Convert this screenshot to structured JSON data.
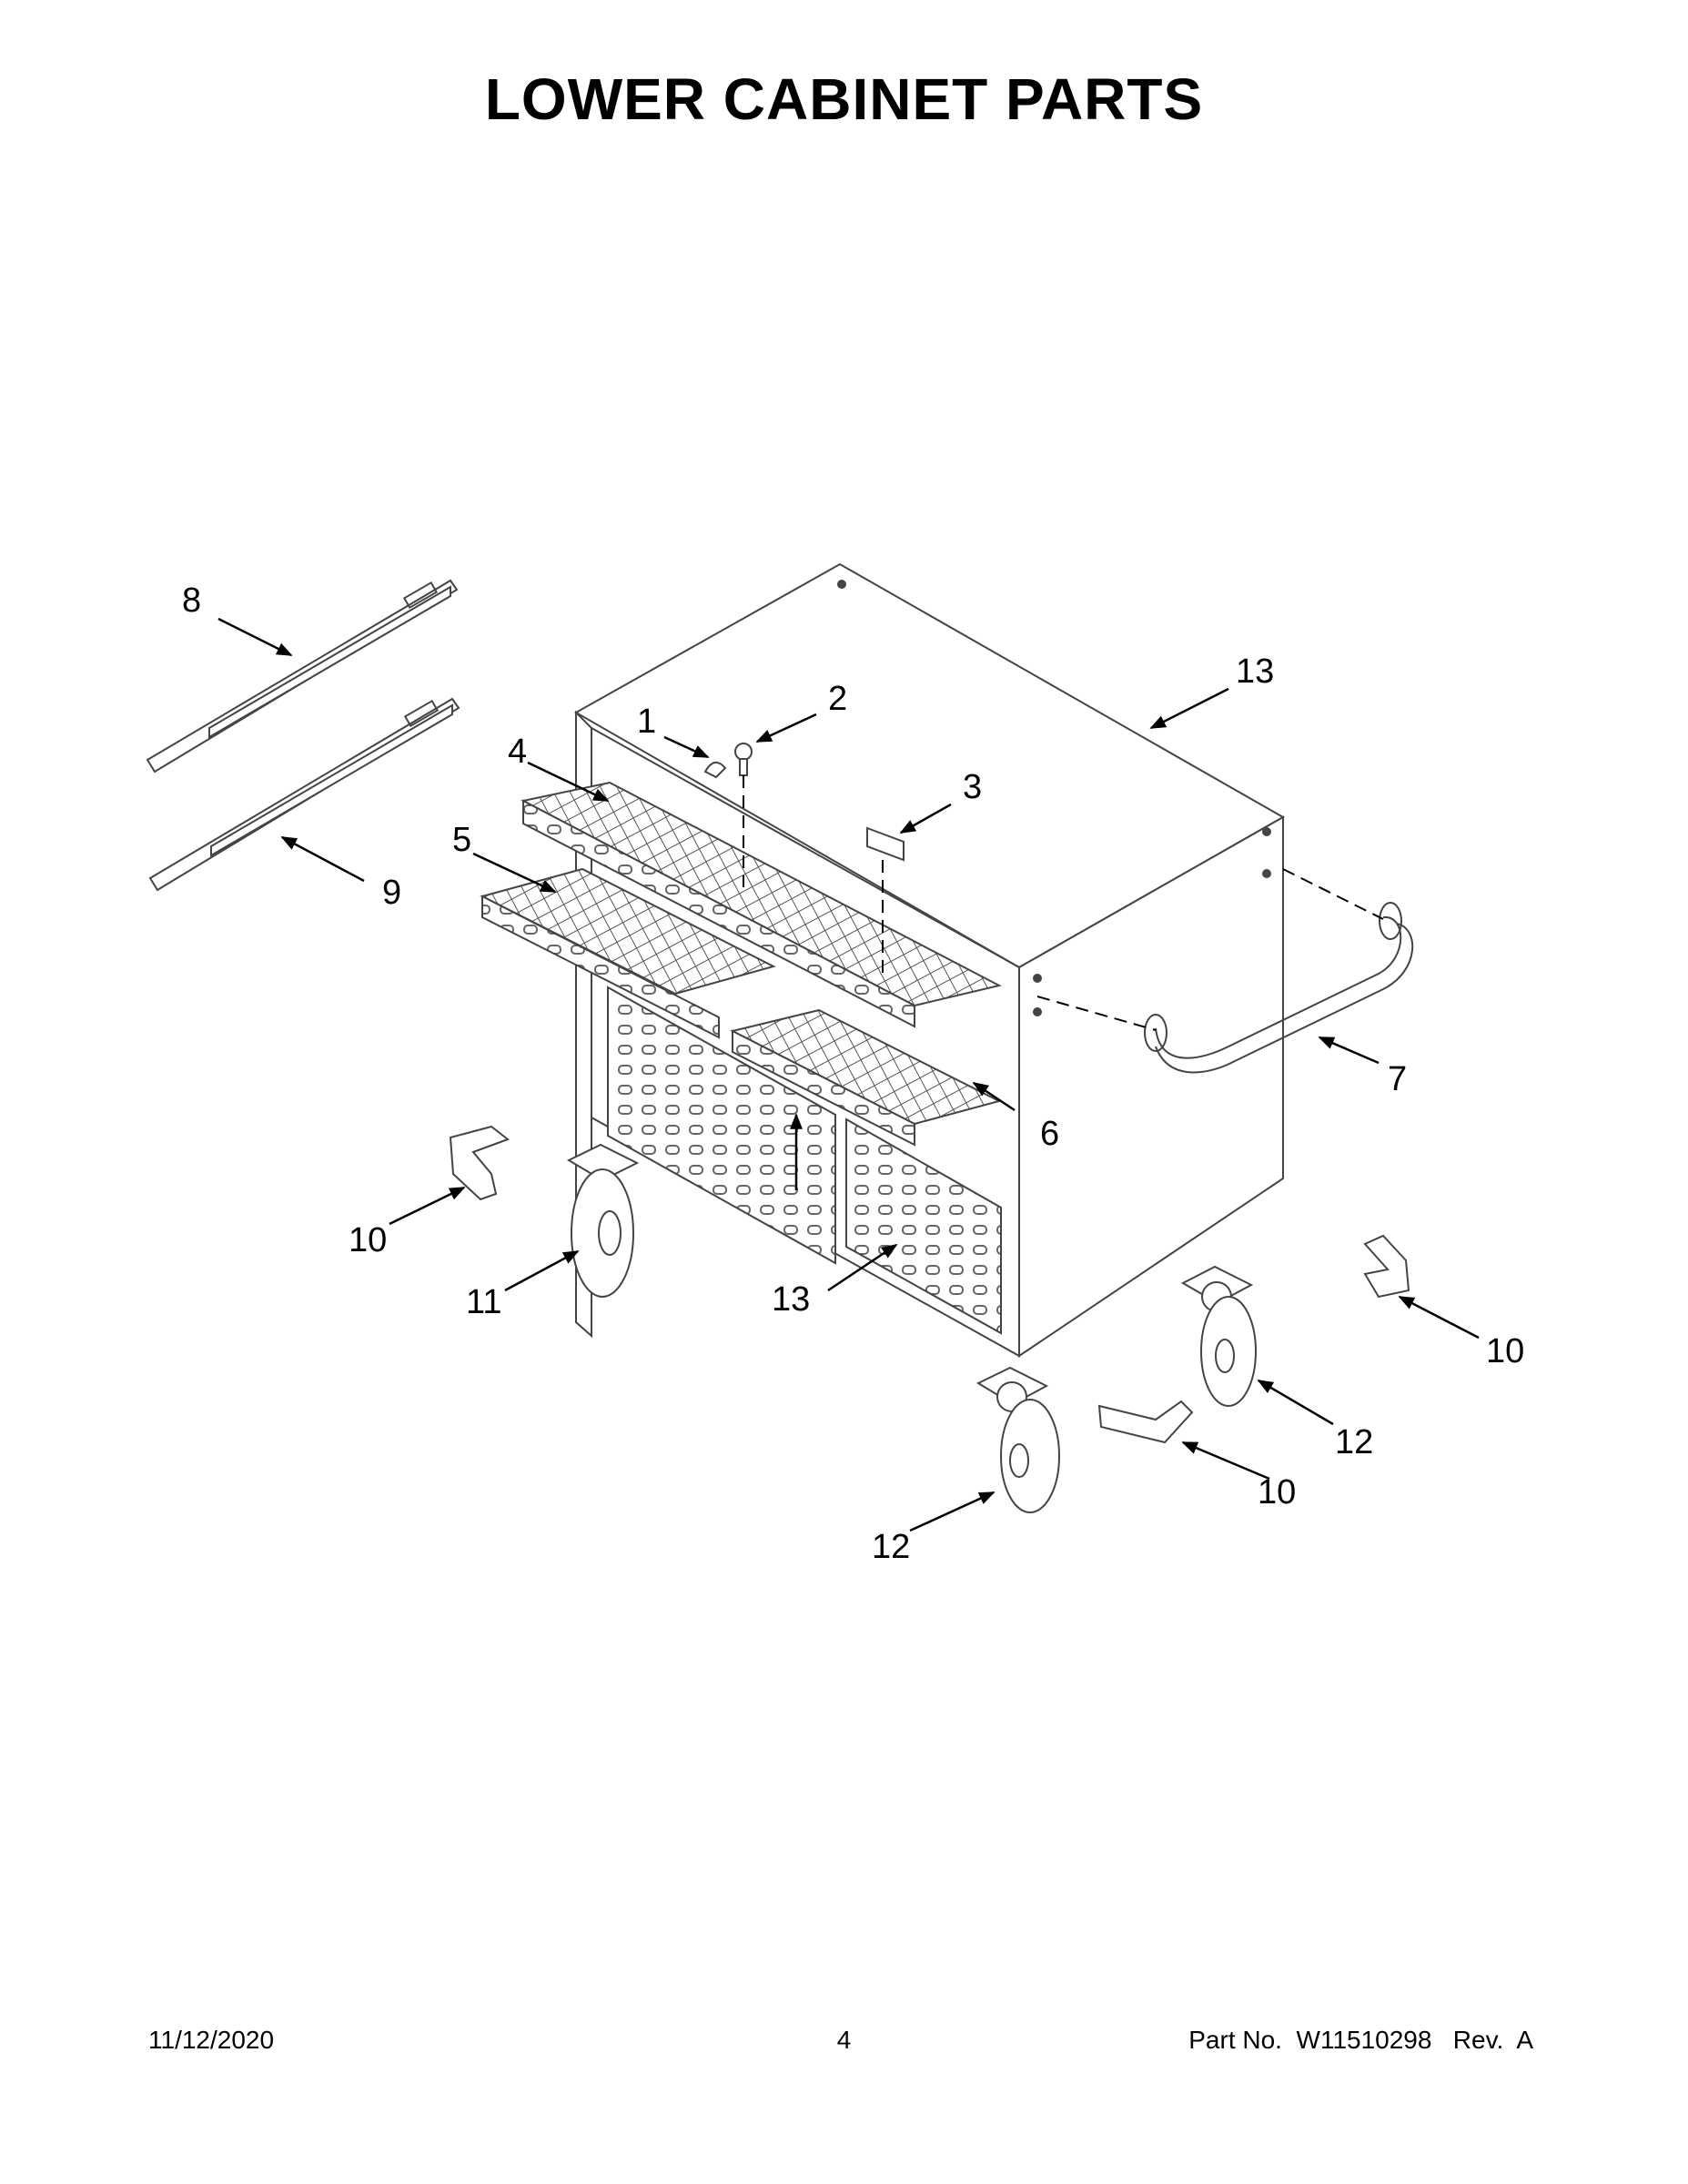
{
  "page_title": "LOWER CABINET PARTS",
  "callouts": {
    "c1": "1",
    "c2": "2",
    "c3": "3",
    "c4": "4",
    "c5": "5",
    "c6": "6",
    "c7": "7",
    "c8": "8",
    "c9": "9",
    "c10a": "10",
    "c10b": "10",
    "c10c": "10",
    "c11": "11",
    "c12a": "12",
    "c12b": "12",
    "c13a": "13",
    "c13b": "13"
  },
  "footer": {
    "date": "11/12/2020",
    "page_number": "4",
    "part_label": "Part No.",
    "part_number": "W11510298",
    "rev_label": "Rev.",
    "rev": "A"
  }
}
